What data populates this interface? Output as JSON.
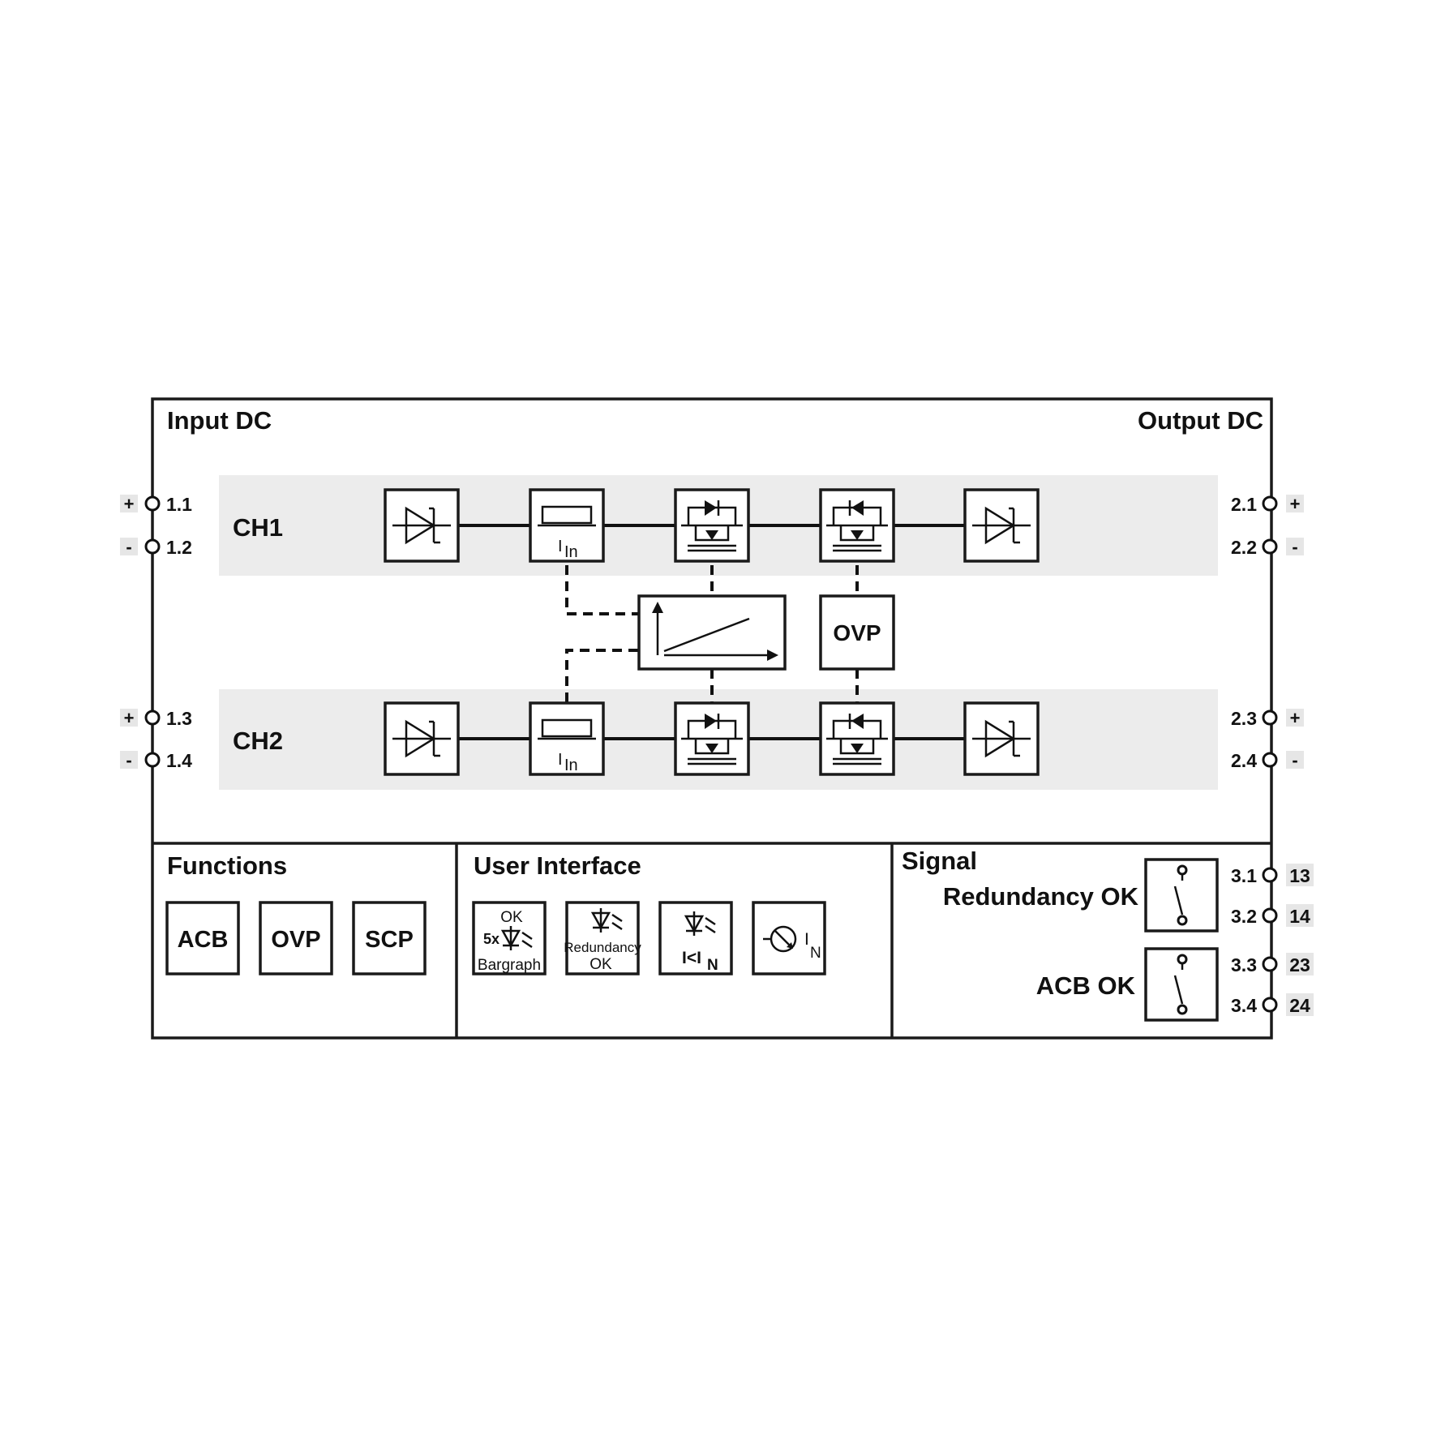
{
  "labels": {
    "input_title": "Input DC",
    "output_title": "Output DC",
    "ch1": "CH1",
    "ch2": "CH2",
    "ovp_block": "OVP",
    "current_sub": "In",
    "current_main": "I",
    "functions_title": "Functions",
    "ui_title": "User Interface",
    "signal_title": "Signal",
    "redundancy_ok": "Redundancy OK",
    "acb_ok": "ACB OK"
  },
  "input_terminals": [
    {
      "sign": "+",
      "num": "1.1"
    },
    {
      "sign": "-",
      "num": "1.2"
    },
    {
      "sign": "+",
      "num": "1.3"
    },
    {
      "sign": "-",
      "num": "1.4"
    }
  ],
  "output_terminals": [
    {
      "sign": "+",
      "num": "2.1"
    },
    {
      "sign": "-",
      "num": "2.2"
    },
    {
      "sign": "+",
      "num": "2.3"
    },
    {
      "sign": "-",
      "num": "2.4"
    }
  ],
  "signal_terminals": [
    {
      "num": "3.1",
      "tag": "13"
    },
    {
      "num": "3.2",
      "tag": "14"
    },
    {
      "num": "3.3",
      "tag": "23"
    },
    {
      "num": "3.4",
      "tag": "24"
    }
  ],
  "functions": [
    "ACB",
    "OVP",
    "SCP"
  ],
  "ui_items": {
    "bargraph_top": "OK",
    "bargraph_count": "5x",
    "bargraph_bottom": "Bargraph",
    "redundancy_top": "Redundancy",
    "redundancy_bottom": "OK",
    "limit_label": "I<I",
    "limit_sub": "N",
    "nominal_main": "I",
    "nominal_sub": "N"
  }
}
